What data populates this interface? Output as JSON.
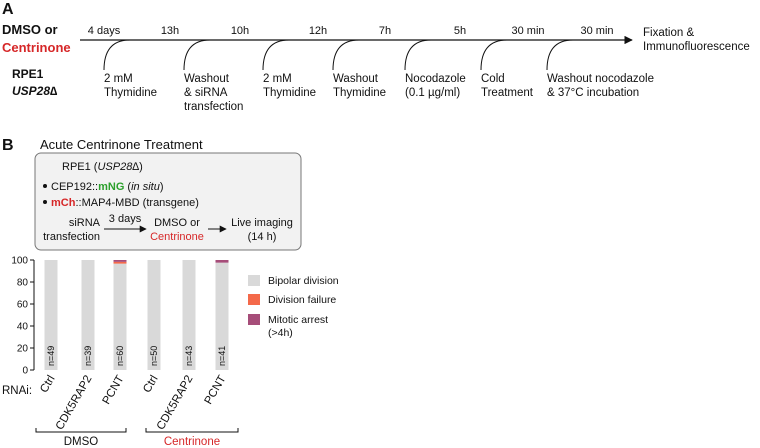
{
  "panel_a": {
    "letter": "A",
    "start_label_line1": "DMSO or",
    "start_label_line2": "Centrinone",
    "cell_line": "RPE1",
    "genotype": "USP28∆",
    "end_label_line1": "Fixation &",
    "end_label_line2": "Immunofluorescence",
    "durations": [
      "4 days",
      "13h",
      "10h",
      "12h",
      "7h",
      "5h",
      "30 min",
      "30 min"
    ],
    "steps": [
      {
        "line1": "2 mM",
        "line2": "Thymidine",
        "line3": ""
      },
      {
        "line1": "Washout",
        "line2": "& siRNA",
        "line3": "transfection"
      },
      {
        "line1": "2 mM",
        "line2": "Thymidine",
        "line3": ""
      },
      {
        "line1": "Washout",
        "line2": "Thymidine",
        "line3": ""
      },
      {
        "line1": "Nocodazole",
        "line2": "(0.1 µg/ml)",
        "line3": ""
      },
      {
        "line1": "Cold",
        "line2": "Treatment",
        "line3": ""
      },
      {
        "line1": "Washout nocodazole",
        "line2": "& 37°C incubation",
        "line3": ""
      }
    ]
  },
  "panel_b": {
    "letter": "B",
    "title": "Acute Centrinone Treatment",
    "box_title_prefix": "RPE1 (",
    "box_title_gene": "USP28∆",
    "box_title_suffix": ")",
    "bullet1_prefix": "CEP192::",
    "bullet1_tag": "mNG",
    "bullet1_suffix": " (",
    "bullet1_italic": "in situ",
    "bullet1_end": ")",
    "bullet2_tag": "mCh",
    "bullet2_suffix": "::MAP4-MBD (transgene)",
    "flow_step1_line1": "siRNA",
    "flow_step1_line2": "transfection",
    "flow_arrow_label": "3 days",
    "flow_step2_line1": "DMSO or",
    "flow_step2_line2": "Centrinone",
    "flow_step3_line1": "Live imaging",
    "flow_step3_line2": "(14 h)",
    "rnai_label": "RNAi:",
    "group_labels": [
      "DMSO",
      "Centrinone"
    ]
  },
  "colors": {
    "red": "#d62728",
    "green": "#2ca02c",
    "bipolar": "#d9d9d9",
    "failure": "#f4694a",
    "arrest": "#a64d79",
    "box_fill": "#f2f2f2"
  },
  "chart_data": {
    "type": "bar",
    "stacked": true,
    "categories": [
      "Ctrl",
      "CDK5RAP2",
      "PCNT",
      "Ctrl",
      "CDK5RAP2",
      "PCNT"
    ],
    "n_labels": [
      "n=49",
      "n=39",
      "n=60",
      "n=50",
      "n=43",
      "n=41"
    ],
    "ylim": [
      0,
      100
    ],
    "yticks": [
      0,
      20,
      40,
      60,
      80,
      100
    ],
    "series": [
      {
        "name": "Bipolar division",
        "values": [
          100,
          100,
          96.7,
          100,
          100,
          97.6
        ]
      },
      {
        "name": "Division failure",
        "values": [
          0,
          0,
          1.6,
          0,
          0,
          0
        ]
      },
      {
        "name": "Mitotic arrest",
        "values": [
          0,
          0,
          1.7,
          0,
          0,
          2.4
        ]
      }
    ],
    "legend": [
      {
        "label": "Bipolar division",
        "sub": ""
      },
      {
        "label": "Division failure",
        "sub": ""
      },
      {
        "label": "Mitotic arrest",
        "sub": "(>4h)"
      }
    ]
  }
}
